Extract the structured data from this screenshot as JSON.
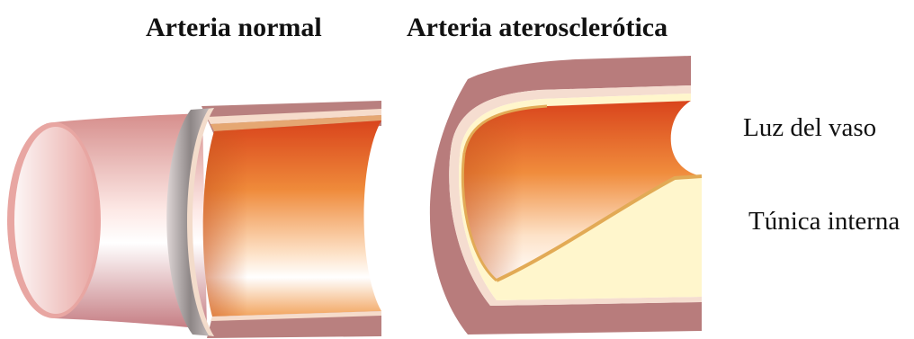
{
  "titles": {
    "normal": "Arteria normal",
    "atherosclerotic": "Arteria aterosclerótica"
  },
  "labels": {
    "lumen": "Luz del vaso",
    "intima": "Túnica interna"
  },
  "colors": {
    "outer_wall": "#b87c7c",
    "inner_lining": "#f3dccb",
    "lumen_deep": "#d9441c",
    "lumen_light": "#fbe2c6",
    "plaque": "#fff6cc",
    "plaque_edge": "#e2aa55",
    "cut_face": "#8a8a8a"
  }
}
